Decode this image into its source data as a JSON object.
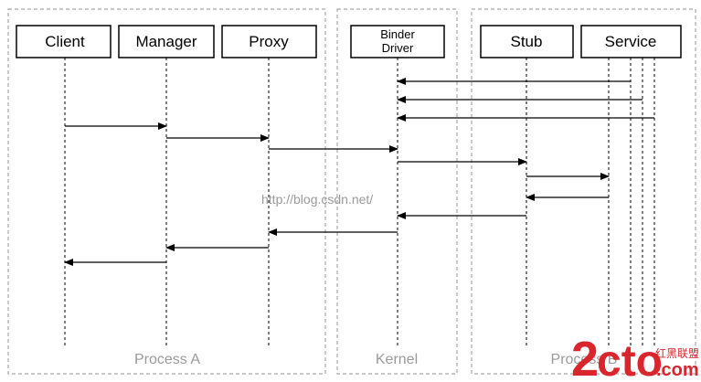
{
  "groups": [
    {
      "id": "process-a",
      "label": "Process A"
    },
    {
      "id": "kernel",
      "label": "Kernel"
    },
    {
      "id": "process-b",
      "label": "Process B"
    }
  ],
  "participants": [
    {
      "id": "client",
      "lines": [
        "Client"
      ]
    },
    {
      "id": "manager",
      "lines": [
        "Manager"
      ]
    },
    {
      "id": "proxy",
      "lines": [
        "Proxy"
      ]
    },
    {
      "id": "binder",
      "lines": [
        "Binder",
        "Driver"
      ]
    },
    {
      "id": "stub",
      "lines": [
        "Stub"
      ]
    },
    {
      "id": "service",
      "lines": [
        "Service"
      ]
    }
  ],
  "messages": [
    {
      "from": "service-1",
      "to": "binder"
    },
    {
      "from": "service-2",
      "to": "binder"
    },
    {
      "from": "service-3",
      "to": "binder"
    },
    {
      "from": "client",
      "to": "manager"
    },
    {
      "from": "manager",
      "to": "proxy"
    },
    {
      "from": "proxy",
      "to": "binder"
    },
    {
      "from": "binder",
      "to": "stub"
    },
    {
      "from": "stub",
      "to": "service"
    },
    {
      "from": "service",
      "to": "stub"
    },
    {
      "from": "stub",
      "to": "binder"
    },
    {
      "from": "binder",
      "to": "proxy"
    },
    {
      "from": "proxy",
      "to": "manager"
    },
    {
      "from": "manager",
      "to": "client"
    }
  ],
  "watermarks": {
    "url": "http://blog.csdn.net/",
    "brand_2": "2",
    "brand_cto": "cto",
    "brand_com": ".com",
    "brand_cn": "红黑联盟"
  }
}
